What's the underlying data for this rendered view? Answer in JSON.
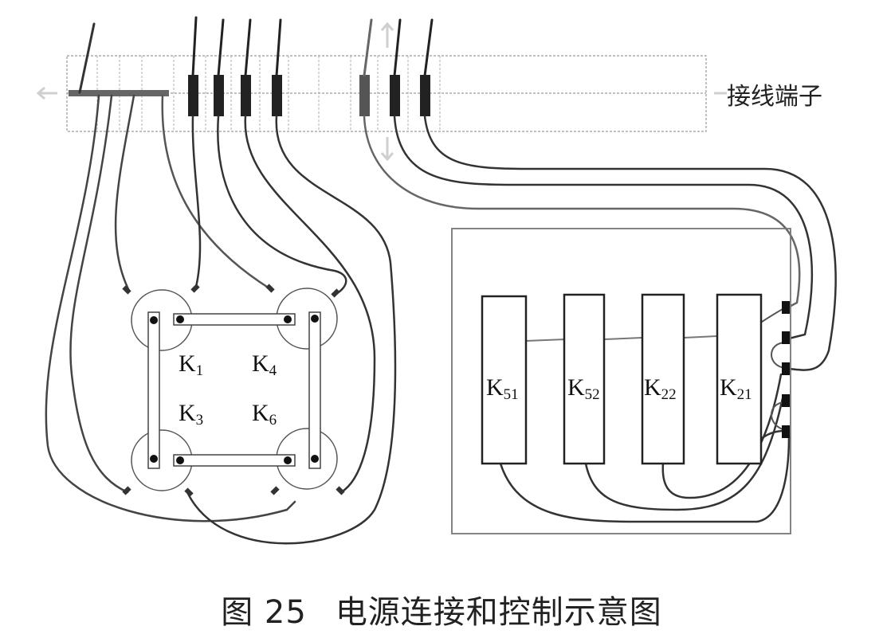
{
  "terminal_label": "接线端子",
  "caption": {
    "figure": "图 25",
    "title": "电源连接和控制示意图"
  },
  "contacts": [
    {
      "main": "K",
      "sub": "1"
    },
    {
      "main": "K",
      "sub": "4"
    },
    {
      "main": "K",
      "sub": "3"
    },
    {
      "main": "K",
      "sub": "6"
    }
  ],
  "relays": [
    {
      "main": "K",
      "sub": "51"
    },
    {
      "main": "K",
      "sub": "52"
    },
    {
      "main": "K",
      "sub": "22"
    },
    {
      "main": "K",
      "sub": "21"
    }
  ]
}
